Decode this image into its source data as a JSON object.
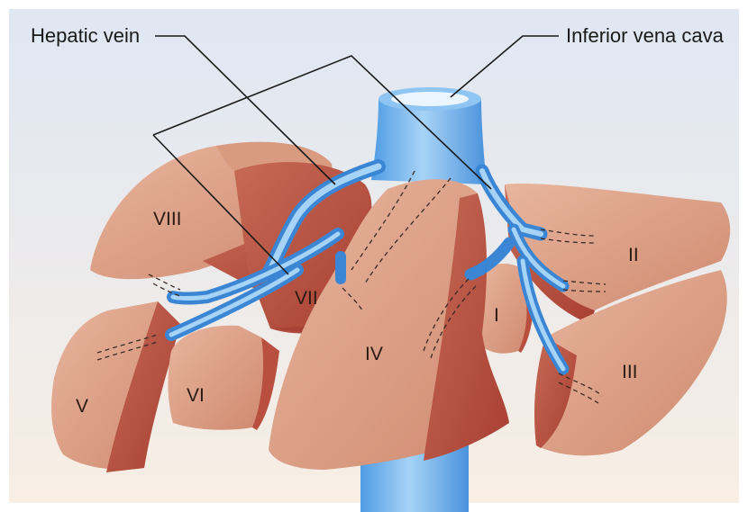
{
  "labels": {
    "hepatic_vein": "Hepatic vein",
    "inferior_vena_cava": "Inferior vena cava"
  },
  "segments": {
    "I": "I",
    "II": "II",
    "III": "III",
    "IV": "IV",
    "V": "V",
    "VI": "VI",
    "VII": "VII",
    "VIII": "VIII"
  },
  "colors": {
    "background_top": "#dfe7f3",
    "background_bottom": "#f7ede3",
    "liver_light": "#dca288",
    "liver_mid": "#c97e66",
    "liver_dark": "#b0473a",
    "vein_light": "#a9d2f5",
    "vein_mid": "#5aa6e6",
    "vein_dark": "#3a86d4",
    "line": "#1a1a1a"
  }
}
